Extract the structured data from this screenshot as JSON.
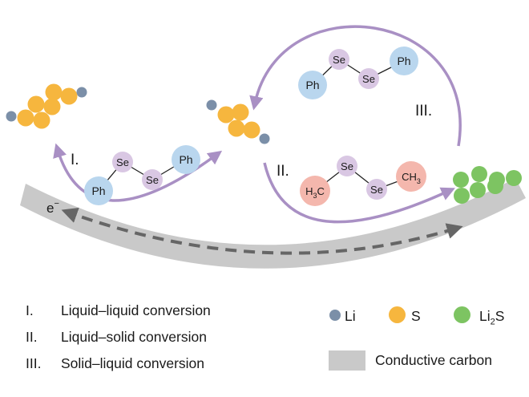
{
  "steps": [
    {
      "num": "I.",
      "desc": "Liquid–liquid conversion"
    },
    {
      "num": "II.",
      "desc": "Liquid–solid conversion"
    },
    {
      "num": "III.",
      "desc": "Solid–liquid conversion"
    }
  ],
  "diagram_labels": {
    "step1": "I.",
    "step2": "II.",
    "step3": "III.",
    "electron": "e",
    "electron_sup": "−"
  },
  "molecules": {
    "ph": "Ph",
    "se": "Se",
    "methyl_h": "H",
    "methyl_3": "3",
    "methyl_c": "C",
    "methyl_ch": "CH",
    "methyl_sub": "3"
  },
  "legend": {
    "li": "Li",
    "s": "S",
    "li2s_main": "Li",
    "li2s_sub": "2",
    "li2s_tail": "S",
    "carbon": "Conductive carbon"
  },
  "colors": {
    "li": "#7b8fa8",
    "s": "#f6b63e",
    "li2s": "#7dc462",
    "carbon": "#c9c9c9",
    "arrow": "#a990c4",
    "ph": "#b9d6ee",
    "se": "#d9c7e3",
    "methyl": "#f4b7ad",
    "electron_arrow": "#666666"
  }
}
